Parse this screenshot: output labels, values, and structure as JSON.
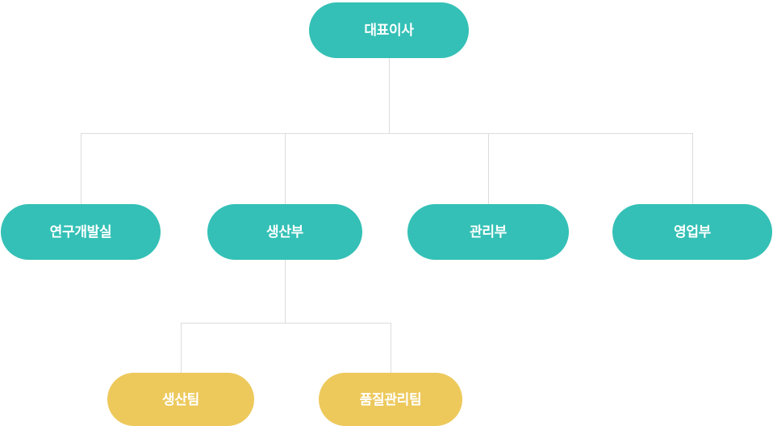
{
  "colors": {
    "department_fill": "#34c0b6",
    "team_fill": "#edc95c",
    "connector_line": "#dcdcdc",
    "label_text": "#ffffff",
    "background": "#ffffff"
  },
  "org": {
    "root": {
      "label": "대표이사"
    },
    "departments": [
      {
        "label": "연구개발실"
      },
      {
        "label": "생산부"
      },
      {
        "label": "관리부"
      },
      {
        "label": "영업부"
      }
    ],
    "teams": [
      {
        "label": "생산팀",
        "parent": "생산부"
      },
      {
        "label": "품질관리팀",
        "parent": "생산부"
      }
    ]
  }
}
